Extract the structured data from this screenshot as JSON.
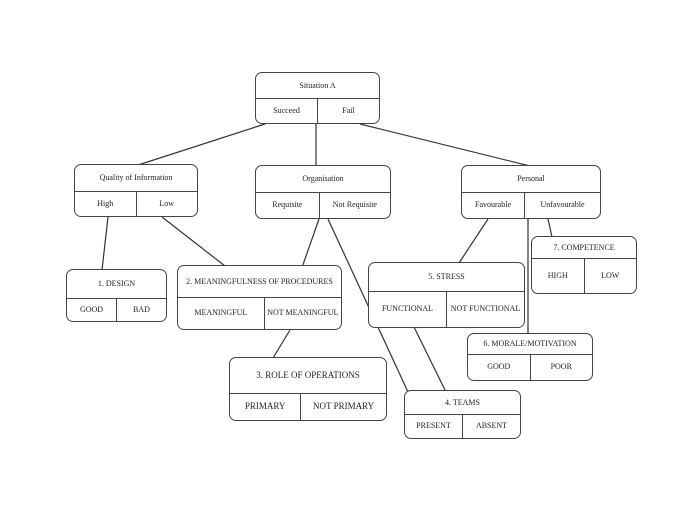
{
  "nodes": {
    "situation": {
      "title": "Situation A",
      "options": [
        "Succeed",
        "Fail"
      ]
    },
    "quality": {
      "title": "Quality of Information",
      "options": [
        "High",
        "Low"
      ]
    },
    "organisation": {
      "title": "Organisation",
      "options": [
        "Requisite",
        "Not Requisite"
      ]
    },
    "personal": {
      "title": "Personal",
      "options": [
        "Favourable",
        "Unfavourable"
      ]
    },
    "design": {
      "title": "1. DESIGN",
      "options": [
        "GOOD",
        "BAD"
      ]
    },
    "meaningfulness": {
      "title": "2. MEANINGFULNESS OF PROCEDURES",
      "options": [
        "MEANINGFUL",
        "NOT MEANINGFUL"
      ]
    },
    "role": {
      "title": "3. ROLE OF OPERATIONS",
      "options": [
        "PRIMARY",
        "NOT PRIMARY"
      ]
    },
    "teams": {
      "title": "4. TEAMS",
      "options": [
        "PRESENT",
        "ABSENT"
      ]
    },
    "stress": {
      "title": "5. STRESS",
      "options": [
        "FUNCTIONAL",
        "NOT FUNCTIONAL"
      ]
    },
    "morale": {
      "title": "6. MORALE/MOTIVATION",
      "options": [
        "GOOD",
        "POOR"
      ]
    },
    "competence": {
      "title": "7. COMPETENCE",
      "options": [
        "HIGH",
        "LOW"
      ]
    }
  }
}
